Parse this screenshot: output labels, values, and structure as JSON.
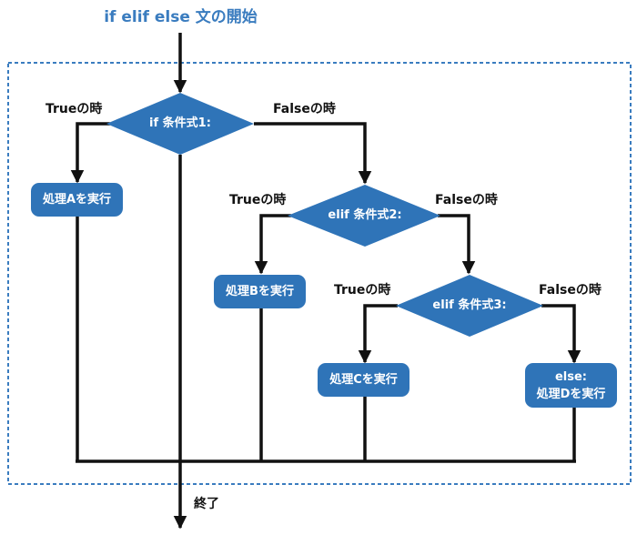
{
  "title": "if elif else 文の開始",
  "conditions": {
    "if": "if 条件式1:",
    "elif1": "elif 条件式2:",
    "elif2": "elif 条件式3:"
  },
  "branch_labels": {
    "true": "Trueの時",
    "false": "Falseの時"
  },
  "processes": {
    "a": "処理Aを実行",
    "b": "処理Bを実行",
    "c": "処理Cを実行",
    "d_line1": "else:",
    "d_line2": "処理Dを実行"
  },
  "end_label": "終了",
  "colors": {
    "accent": "#2f74b8",
    "title": "#3a7cbf",
    "dashed_border": "#3a7cbf",
    "line": "#111111"
  }
}
